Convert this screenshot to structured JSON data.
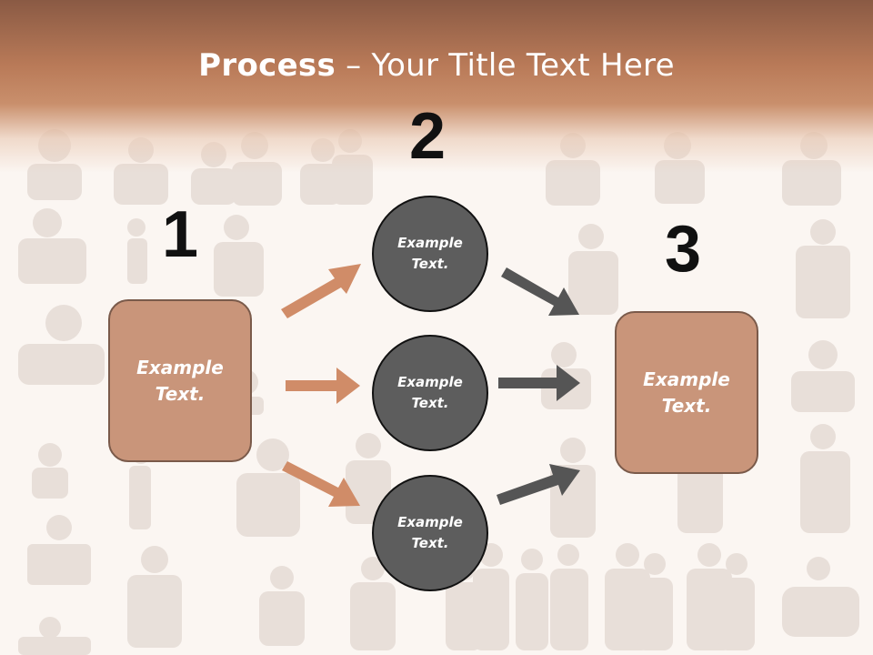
{
  "title": {
    "bold": "Process",
    "rest": " – Your Title Text Here"
  },
  "steps": {
    "one": "1",
    "two": "2",
    "three": "3"
  },
  "left_box": {
    "line1": "Example",
    "line2": "Text."
  },
  "right_box": {
    "line1": "Example",
    "line2": "Text."
  },
  "circles": [
    {
      "line1": "Example",
      "line2": "Text."
    },
    {
      "line1": "Example",
      "line2": "Text."
    },
    {
      "line1": "Example",
      "line2": "Text."
    }
  ],
  "colors": {
    "header": "#b97a58",
    "box_fill": "#c9957a",
    "circle_fill": "#5d5d5d",
    "arrow_orange": "#d08c68",
    "arrow_gray": "#555555"
  }
}
